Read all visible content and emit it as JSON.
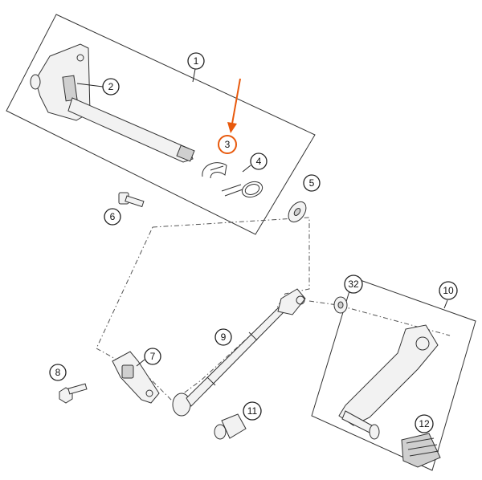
{
  "diagram": {
    "highlight_color": "#e8590c",
    "callouts": [
      {
        "id": "c1",
        "label": "1"
      },
      {
        "id": "c2",
        "label": "2"
      },
      {
        "id": "c3",
        "label": "3"
      },
      {
        "id": "c4",
        "label": "4"
      },
      {
        "id": "c5",
        "label": "5"
      },
      {
        "id": "c6",
        "label": "6"
      },
      {
        "id": "c7",
        "label": "7"
      },
      {
        "id": "c8",
        "label": "8"
      },
      {
        "id": "c9",
        "label": "9"
      },
      {
        "id": "c10",
        "label": "10"
      },
      {
        "id": "c11",
        "label": "11"
      },
      {
        "id": "c12",
        "label": "12"
      },
      {
        "id": "c32",
        "label": "32"
      }
    ]
  }
}
